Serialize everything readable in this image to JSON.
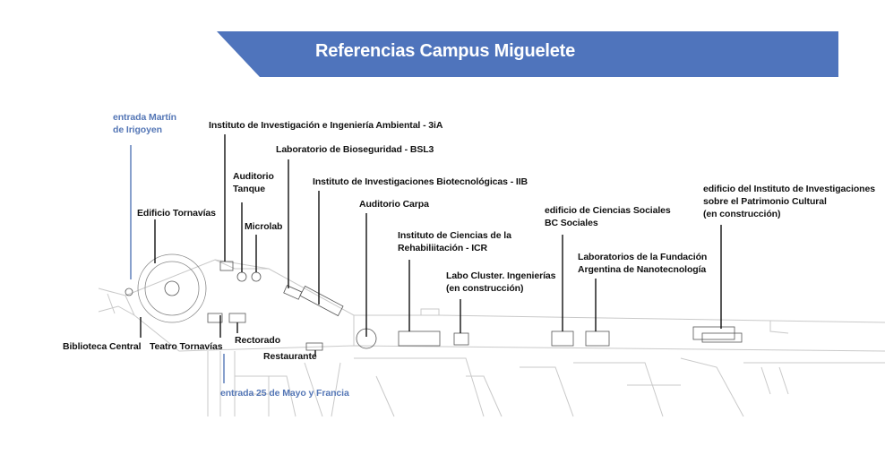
{
  "header": {
    "title": "Referencias Campus Miguelete",
    "banner_color": "#4f74bc"
  },
  "colors": {
    "entrance": "#5577b6",
    "label": "#111111",
    "map_lines": "#c9c9c9",
    "leader_lines": "#111111"
  },
  "entrances": {
    "irigoyen": "entrada Martín\nde Irigoyen",
    "mayo": "entrada 25 de Mayo y Francia"
  },
  "places": {
    "ambiental": "Instituto de Investigación e Ingeniería Ambiental - 3iA",
    "bioseguridad": "Laboratorio de Bioseguridad - BSL3",
    "auditorio_tanque": "Auditorio\nTanque",
    "biotecnologicas": "Instituto de Investigaciones Biotecnológicas - IIB",
    "edificio_tornavias": "Edificio Tornavías",
    "microlab": "Microlab",
    "auditorio_carpa": "Auditorio Carpa",
    "rehabilitacion": "Instituto de Ciencias de la\nRehabiliitación - ICR",
    "ciencias_sociales": "edificio de Ciencias Sociales\nBC Sociales",
    "patrimonio": "edificio del Instituto de Investigaciones\nsobre el Patrimonio Cultural\n(en construcción)",
    "nanotecnologia": "Laboratorios de la Fundación\nArgentina de Nanotecnología",
    "cluster": "Labo Cluster. Ingenierías\n(en construcción)",
    "biblioteca": "Biblioteca Central",
    "teatro": "Teatro Tornavías",
    "rectorado": "Rectorado",
    "restaurante": "Restaurante"
  }
}
